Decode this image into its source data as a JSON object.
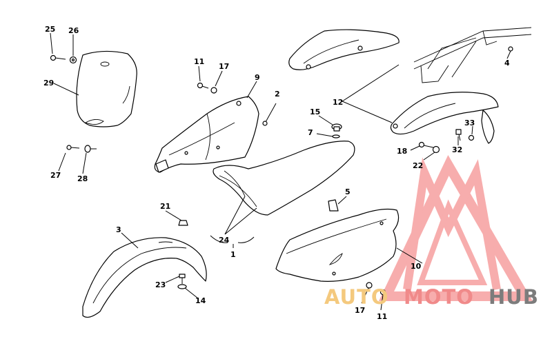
{
  "callouts": {
    "c1": "1",
    "c2": "2",
    "c3": "3",
    "c4": "4",
    "c5": "5",
    "c7": "7",
    "c9": "9",
    "c10": "10",
    "c11a": "11",
    "c11b": "11",
    "c12": "12",
    "c14": "14",
    "c15": "15",
    "c17a": "17",
    "c17b": "17",
    "c18": "18",
    "c21": "21",
    "c22": "22",
    "c23": "23",
    "c24": "24",
    "c25": "25",
    "c26": "26",
    "c27": "27",
    "c28": "28",
    "c29": "29",
    "c32": "32",
    "c33": "33"
  },
  "watermark": {
    "part1": "AUTO",
    "part2": "MOTO",
    "part3": "HUB",
    "colors": {
      "auto": "#f4c97e",
      "moto": "#f08a8a",
      "hub": "#7c7c7c",
      "logo": "#f26b6b"
    }
  }
}
